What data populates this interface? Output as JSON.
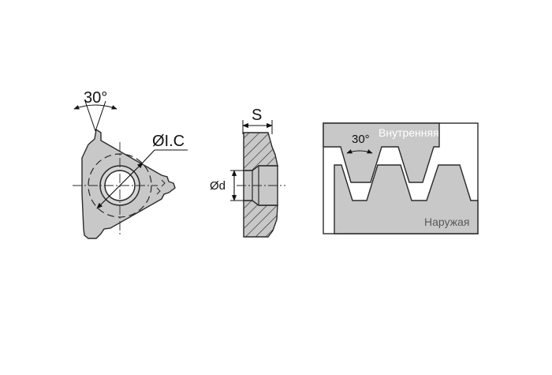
{
  "insert_view": {
    "angle_label": "30°",
    "ic_label": "ØI.C"
  },
  "section_view": {
    "thickness_label": "S",
    "bore_label": "Ød"
  },
  "thread_view": {
    "angle_label": "30°",
    "internal_label": "Внутренняя",
    "external_label": "Наружая"
  },
  "colors": {
    "body_fill": "#c8c8c8",
    "outline": "#2a2a2a",
    "background": "#ffffff"
  }
}
